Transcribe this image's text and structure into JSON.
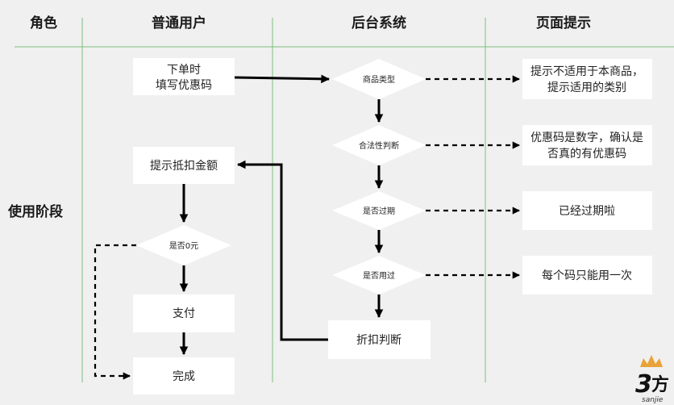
{
  "headers": {
    "role": "角色",
    "user": "普通用户",
    "backend": "后台系统",
    "page": "页面提示"
  },
  "stage_label": "使用阶段",
  "user_steps": {
    "order_line1": "下单时",
    "order_line2": "填写优惠码",
    "discount": "提示抵扣金额",
    "zero_check": "是否0元",
    "pay": "支付",
    "done": "完成"
  },
  "backend_checks": {
    "type": "商品类型",
    "valid": "合法性判断",
    "expired": "是否过期",
    "used": "是否用过",
    "discount_judge": "折扣判断"
  },
  "page_tips": {
    "type_line1": "提示不适用于本商品，",
    "type_line2": "提示适用的类别",
    "valid_line1": "优惠码是数字，确认是",
    "valid_line2": "否真的有优惠码",
    "expired": "已经过期啦",
    "used": "每个码只能用一次"
  },
  "logo": {
    "mark": "3",
    "partial": "方",
    "sub": "sanjie"
  },
  "colors": {
    "background": "#f0f0f0",
    "box": "#ffffff",
    "separator": "#7cbf7c",
    "arrow": "#000000",
    "logo_crown": "#e8a33a"
  }
}
